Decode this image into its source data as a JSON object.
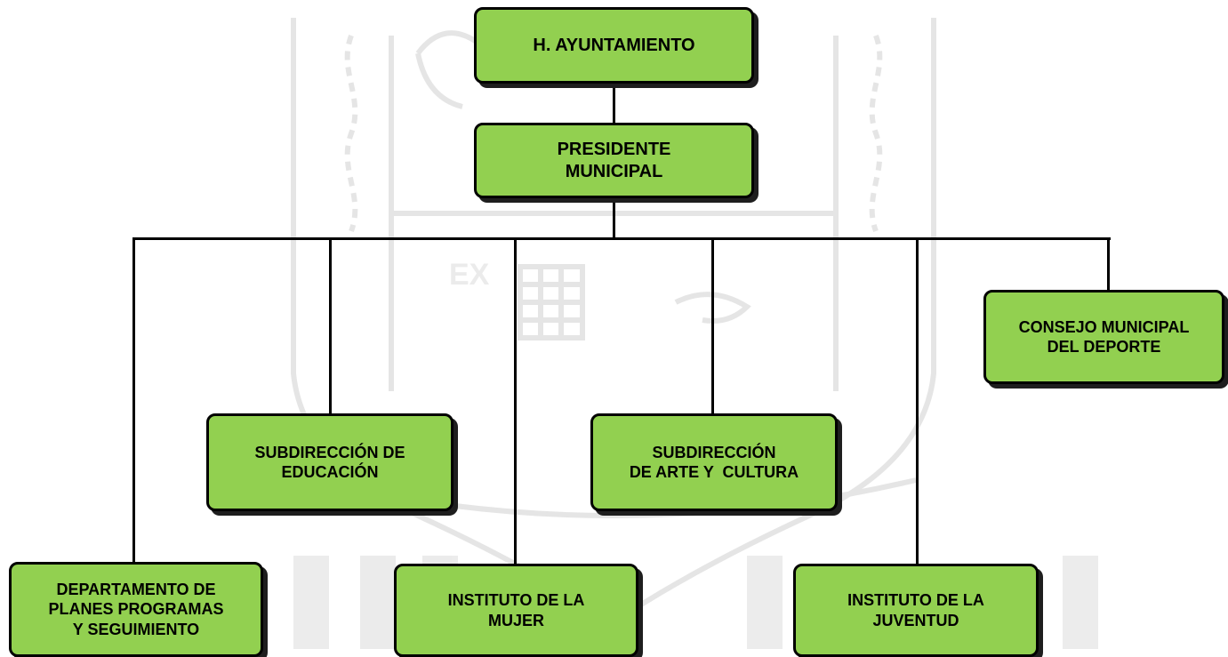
{
  "colors": {
    "box_fill": "#92d050",
    "box_border": "#000000",
    "connector": "#000000",
    "watermark": "#c9c9c9"
  },
  "watermark": {
    "description_icon": "coat-of-arms-watermark",
    "text": "EX"
  },
  "nodes": {
    "ayuntamiento": "H. AYUNTAMIENTO",
    "presidente": "PRESIDENTE\nMUNICIPAL",
    "planes": "DEPARTAMENTO DE\nPLANES PROGRAMAS\nY SEGUIMIENTO",
    "educacion": "SUBDIRECCIÓN DE\nEDUCACIÓN",
    "mujer": "INSTITUTO DE LA\nMUJER",
    "arte": "SUBDIRECCIÓN\nDE ARTE Y  CULTURA",
    "juventud": "INSTITUTO DE LA\nJUVENTUD",
    "deporte": "CONSEJO MUNICIPAL\nDEL DEPORTE"
  }
}
